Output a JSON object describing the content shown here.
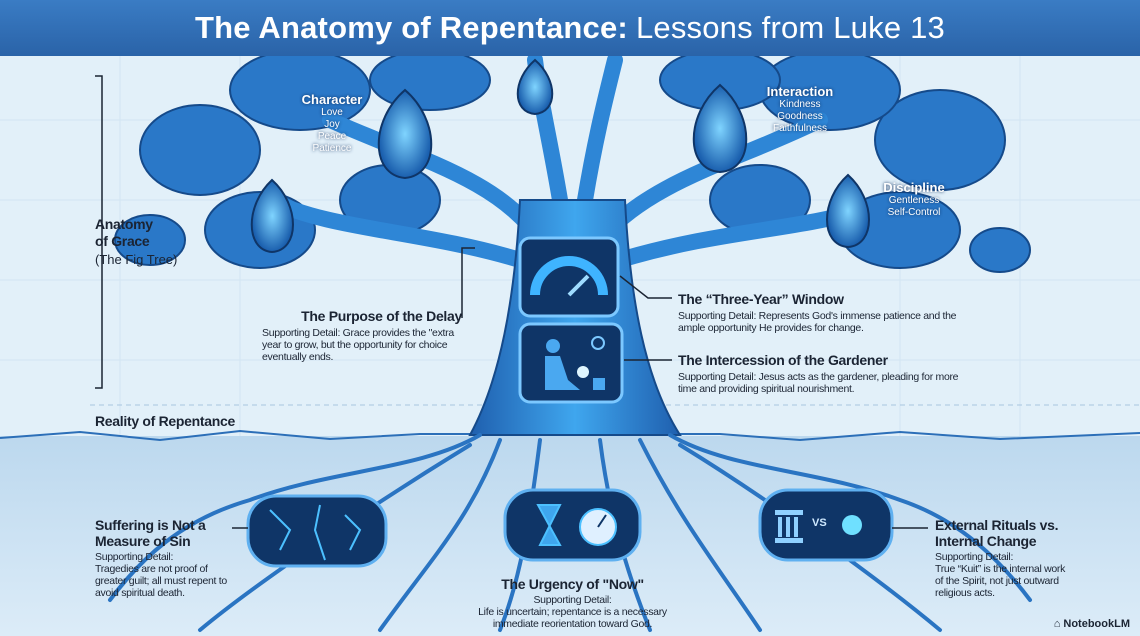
{
  "title": {
    "bold": "The Anatomy of Repentance:",
    "rest": "Lessons from Luke 13"
  },
  "side": {
    "anatomy_line1": "Anatomy",
    "anatomy_line2": "of Grace",
    "anatomy_sub": "(The Fig Tree)",
    "reality": "Reality of Repentance"
  },
  "fruits": [
    {
      "title": "Character",
      "items": [
        "Love",
        "Joy",
        "Peace",
        "Patience"
      ]
    },
    {
      "title": "Interaction",
      "items": [
        "Kindness",
        "Goodness",
        "Faithfulness"
      ]
    },
    {
      "title": "Discipline",
      "items": [
        "Gentleness",
        "Self-Control"
      ]
    }
  ],
  "callouts": {
    "delay": {
      "title": "The Purpose of the Delay",
      "detail": "Supporting Detail: Grace provides the \"extra year to grow, but the opportunity for choice eventually ends."
    },
    "window": {
      "title": "The “Three-Year” Window",
      "detail": "Supporting Detail: Represents God's immense patience and the ample opportunity He provides for change."
    },
    "gardener": {
      "title": "The Intercession of the Gardener",
      "detail": "Supporting Detail: Jesus acts as the gardener, pleading for more time and providing spiritual nourishment."
    },
    "suffering": {
      "title": "Suffering is Not a Measure of Sin",
      "label": "Supporting Detail:",
      "detail": "Tragedies are not proof of greater guilt; all must repent to avoid spiritual death."
    },
    "urgency": {
      "title": "The Urgency of \"Now\"",
      "label": "Supporting Detail:",
      "detail": "Life is uncertain; repentance is a necessary immediate reorientation toward God."
    },
    "rituals": {
      "title": "External Rituals vs. Internal Change",
      "label": "Supporting Detail:",
      "detail": "True “Kuit” is the internal work of the Spirit, not just outward religious acts."
    }
  },
  "vs_label": "VS",
  "brand": "NotebookLM",
  "colors": {
    "title_bar": "#2f6fb5",
    "tree": "#2b7fd0",
    "dark": "#0f3567",
    "background": "#e2f0f9"
  }
}
